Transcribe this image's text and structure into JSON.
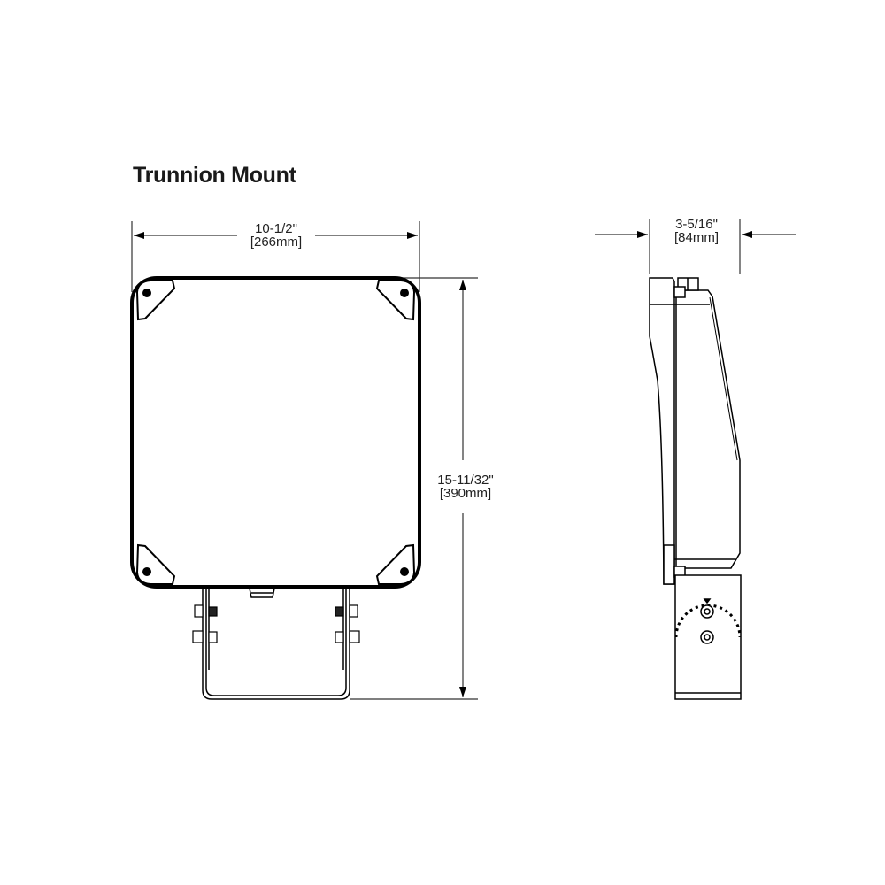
{
  "title": "Trunnion Mount",
  "front_view": {
    "width_dimension": {
      "imperial": "10-1/2\"",
      "metric": "[266mm]"
    },
    "height_dimension": {
      "imperial": "15-11/32\"",
      "metric": "[390mm]"
    }
  },
  "side_view": {
    "depth_dimension": {
      "imperial": "3-5/16\"",
      "metric": "[84mm]"
    }
  },
  "colors": {
    "line": "#000000",
    "dim_line": "#333333",
    "background": "#ffffff"
  }
}
